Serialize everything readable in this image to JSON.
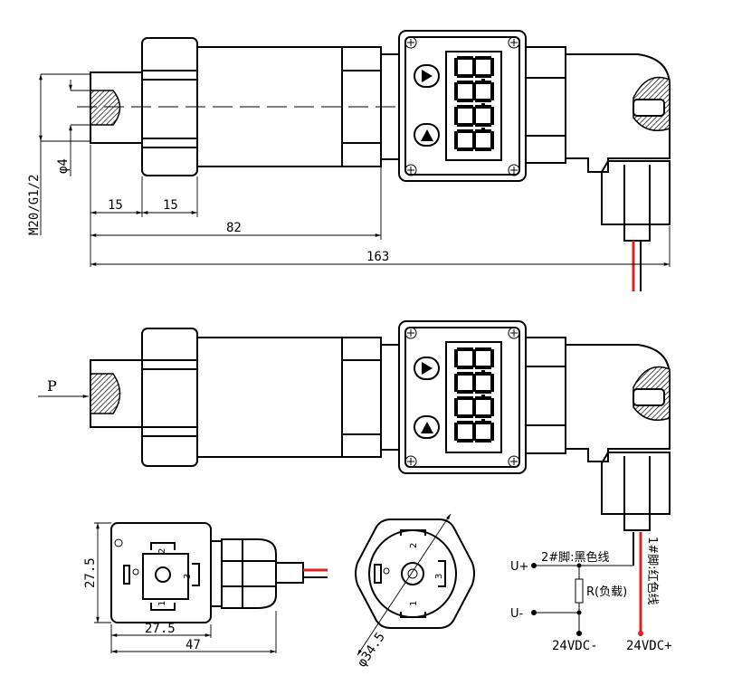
{
  "dimensions": {
    "thread": "M20/G1/2",
    "bore": "φ4",
    "seg1": "15",
    "seg2": "15",
    "body_len": "82",
    "total_len": "163",
    "conn_h": "27.5",
    "conn_w": "27.5",
    "conn_total": "47",
    "dia_hex": "φ34.5"
  },
  "pressure_label": "P",
  "display_digits": "8.8.8.8",
  "pin_numbers": {
    "p1": "1",
    "p2": "2",
    "p3": "3"
  },
  "wiring": {
    "u_plus": "U+",
    "u_minus": "U-",
    "pin2": "2#脚:黑色线",
    "pin1": "1#脚:红色线",
    "load": "R(负载)",
    "neg_supply": "24VDC-",
    "pos_supply": "24VDC+"
  },
  "colors": {
    "red_wire": "#e02020",
    "black_wire": "#000000"
  }
}
